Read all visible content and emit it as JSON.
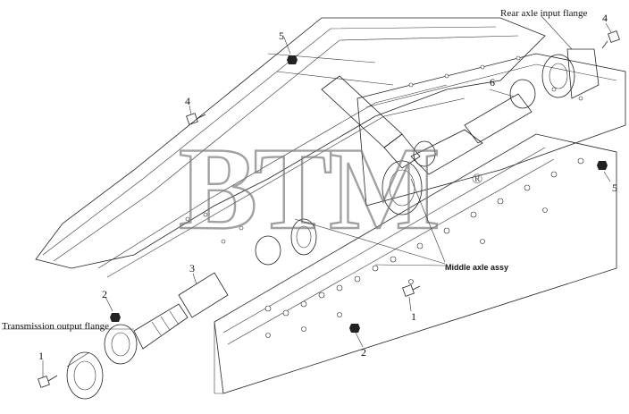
{
  "labels": {
    "rear_flange": "Rear axle input flange",
    "transmission_flange": "Transmission output flange",
    "middle_axle": "Middle axle assy"
  },
  "callouts": {
    "c4_top_right": "4",
    "c5_top": "5",
    "c6": "6",
    "c4_left": "4",
    "c5_right": "5",
    "c3": "3",
    "c2_left": "2",
    "c1_right": "1",
    "c2_bottom": "2",
    "c1_left": "1"
  },
  "watermark": {
    "text": "BTM",
    "mark": "®"
  }
}
